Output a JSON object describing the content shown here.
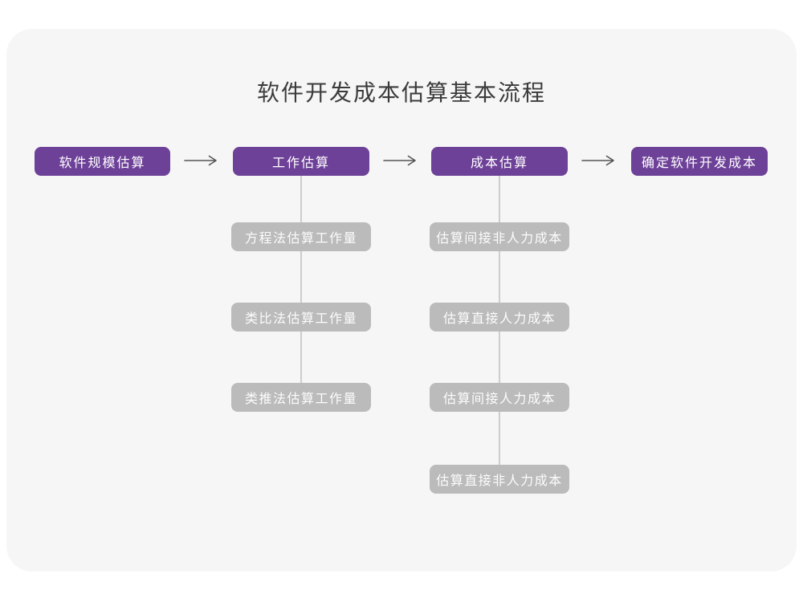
{
  "title": "软件开发成本估算基本流程",
  "flow": {
    "main_steps": [
      {
        "label": "软件规模估算"
      },
      {
        "label": "工作估算"
      },
      {
        "label": "成本估算"
      },
      {
        "label": "确定软件开发成本"
      }
    ],
    "work_estimation_methods": [
      {
        "label": "方程法估算工作量"
      },
      {
        "label": "类比法估算工作量"
      },
      {
        "label": "类推法估算工作量"
      }
    ],
    "cost_estimation_steps": [
      {
        "label": "估算间接非人力成本"
      },
      {
        "label": "估算直接人力成本"
      },
      {
        "label": "估算间接人力成本"
      },
      {
        "label": "估算直接非人力成本"
      }
    ]
  },
  "colors": {
    "primary_node": "#6e4199",
    "secondary_node": "#bbbbbb",
    "canvas_card": "#f6f6f6",
    "page_background": "#ffffff",
    "connector_line": "#cdcdcd",
    "arrow_stroke": "#555555",
    "title_text": "#3b3b3b",
    "node_text": "#ffffff"
  }
}
